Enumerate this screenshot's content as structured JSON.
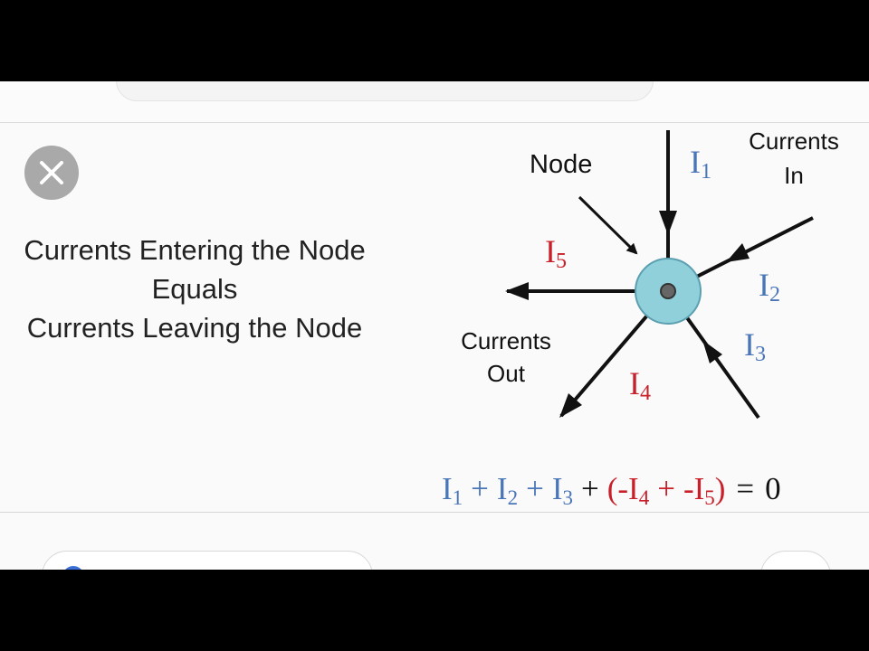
{
  "close": {
    "icon": "close-icon"
  },
  "caption": {
    "line1": "Currents Entering the Node",
    "line2": "Equals",
    "line3": "Currents Leaving the Node"
  },
  "diagram": {
    "node_label": "Node",
    "currents_in_label": [
      "Currents",
      "In"
    ],
    "currents_out_label": [
      "Currents",
      "Out"
    ],
    "current_labels": {
      "i1": {
        "base": "I",
        "sub": "1"
      },
      "i2": {
        "base": "I",
        "sub": "2"
      },
      "i3": {
        "base": "I",
        "sub": "3"
      },
      "i4": {
        "base": "I",
        "sub": "4"
      },
      "i5": {
        "base": "I",
        "sub": "5"
      }
    },
    "colors": {
      "in_current": "#4a76b8",
      "out_current": "#c8202a",
      "node_fill": "#8fd0da",
      "node_stroke": "#5b9fb0",
      "line": "#111111"
    }
  },
  "equation": {
    "t1": "I",
    "s1": "1",
    "plus1": "+",
    "t2": "I",
    "s2": "2",
    "plus2": "+",
    "t3": "I",
    "s3": "3",
    "plus3": "+",
    "open": "(",
    "neg4": "-",
    "t4": "I",
    "s4": "4",
    "plus4": "+",
    "neg5": "-",
    "t5": "I",
    "s5": "5",
    "close": ")",
    "equals": "=",
    "rhs": "0"
  }
}
